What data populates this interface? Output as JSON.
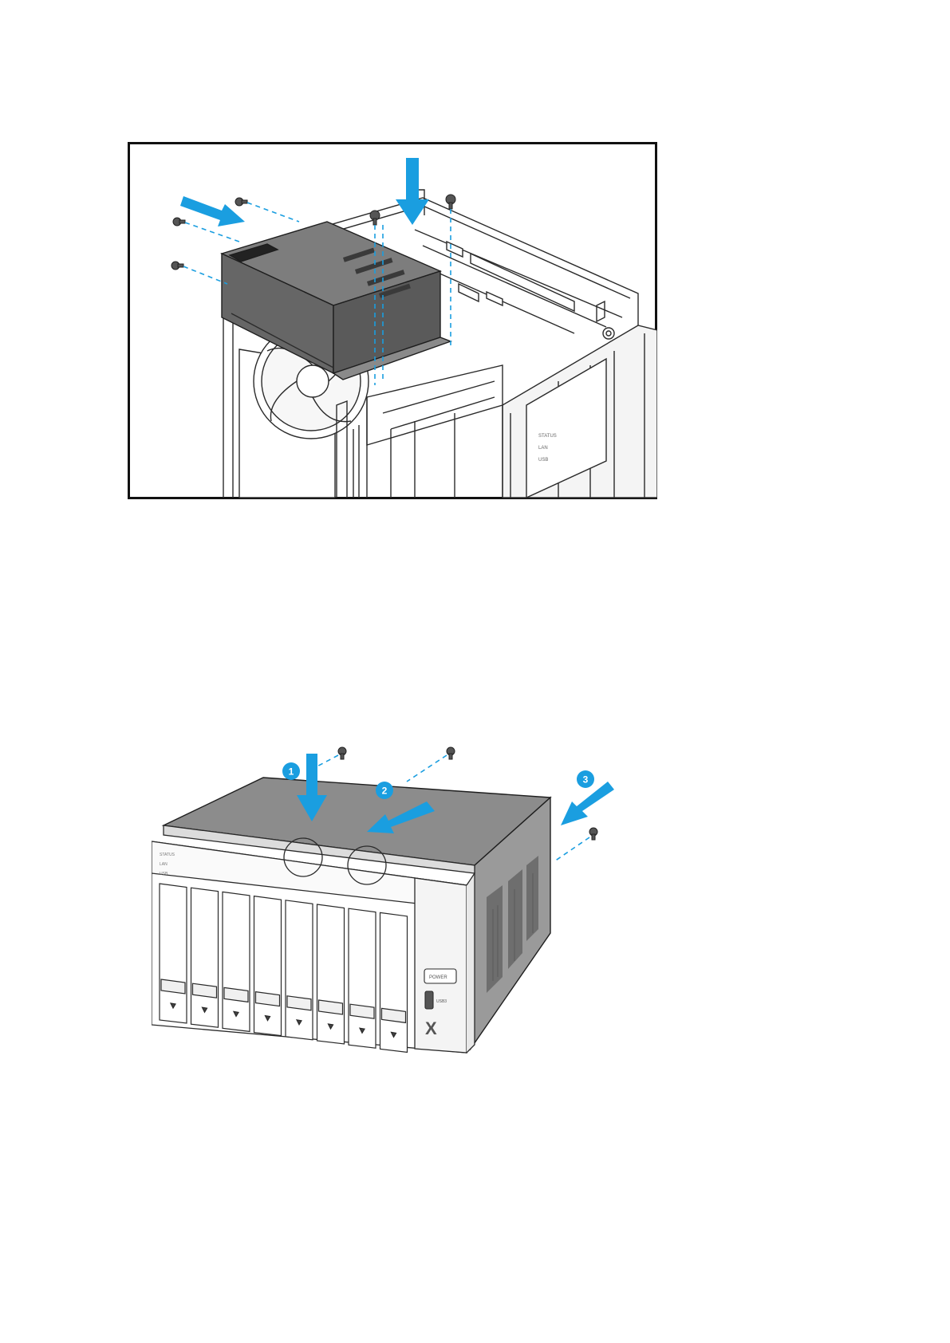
{
  "figure1": {
    "panel_labels": [
      "STATUS",
      "LAN",
      "USB"
    ]
  },
  "figure2": {
    "steps": [
      {
        "number": "1"
      },
      {
        "number": "2"
      },
      {
        "number": "3"
      }
    ],
    "panel_labels": [
      "STATUS",
      "LAN",
      "USB"
    ],
    "power_label": "POWER",
    "usb_label": "USB3",
    "brand_mark": "X"
  },
  "colors": {
    "accent_blue": "#1a9ee0",
    "psu_gray": "#6f6f6f",
    "cover_gray": "#8a8a8a",
    "line": "#2a2a2a"
  }
}
